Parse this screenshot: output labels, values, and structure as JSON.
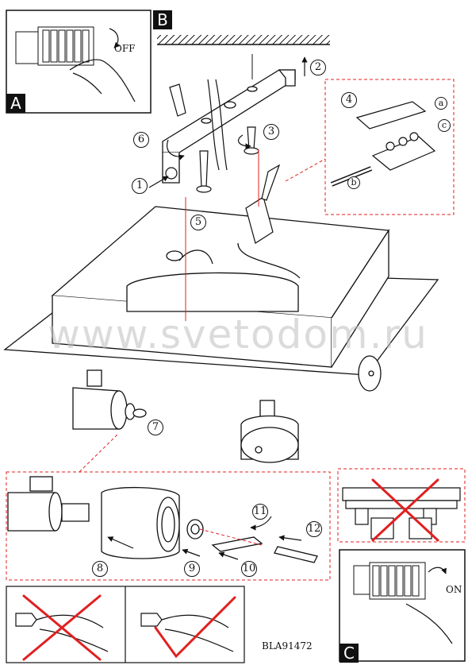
{
  "panels": {
    "a": {
      "label": "A",
      "switch_text": "OFF"
    },
    "b": {
      "label": "B"
    },
    "c": {
      "label": "C",
      "switch_text": "ON"
    }
  },
  "steps": [
    "1",
    "2",
    "3",
    "4",
    "5",
    "6",
    "7",
    "8",
    "9",
    "10",
    "11",
    "12"
  ],
  "substeps": [
    "a",
    "b",
    "c"
  ],
  "watermark": "www.svetodom.ru",
  "model_code": "BLA91472",
  "colors": {
    "stroke": "#111111",
    "dashed": "#e02020",
    "cross": "#e02020",
    "check": "#e02020",
    "hatch": "#111111"
  }
}
